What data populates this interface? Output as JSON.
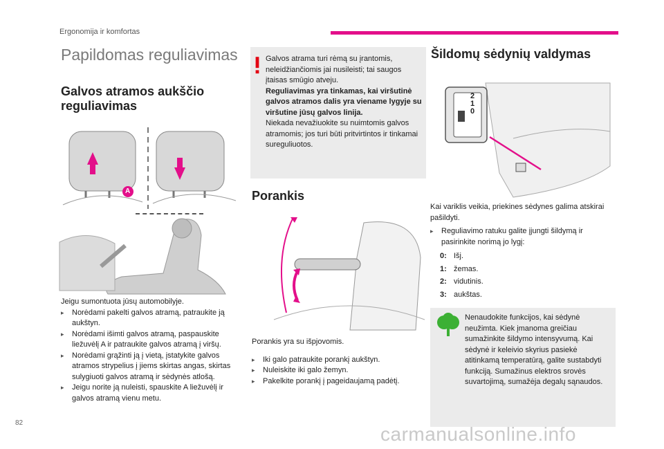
{
  "header": {
    "section_label": "Ergonomija ir komfortas",
    "page_number": "82",
    "accent_color": "#e30f8a"
  },
  "main_title": "Papildomas reguliavimas",
  "headrest": {
    "title": "Galvos atramos aukščio reguliavimas",
    "callout_label": "A",
    "intro": "Jeigu sumontuota jūsų automobilyje.",
    "bullets": [
      "Norėdami pakelti galvos atramą, patraukite ją aukštyn.",
      "Norėdami išimti galvos atramą, paspauskite liežuvėlį A ir patraukite galvos atramą į viršų.",
      "Norėdami grąžinti ją į vietą, įstatykite galvos atramos strypelius į jiems skirtas angas, skirtas sulygiuoti galvos atramą ir sėdynės atlošą.",
      "Jeigu norite ją nuleisti, spauskite A liežuvėlį ir galvos atramą vienu metu."
    ]
  },
  "warning": {
    "line1": "Galvos atrama turi rėmą su įrantomis, neleidžiančiomis jai nusileisti; tai saugos įtaisas smūgio atveju.",
    "bold": "Reguliavimas yra tinkamas, kai viršutinė galvos atramos dalis yra viename lygyje su viršutine jūsų galvos linija.",
    "line2": "Niekada nevažiuokite su nuimtomis galvos atramomis; jos turi būti pritvirtintos ir tinkamai sureguliuotos."
  },
  "armrest": {
    "title": "Porankis",
    "intro": "Porankis yra su išpjovomis.",
    "bullets": [
      "Iki galo patraukite porankį aukštyn.",
      "Nuleiskite iki galo žemyn.",
      "Pakelkite porankį į pageidaujamą padėtį."
    ]
  },
  "heated": {
    "title": "Šildomų sėdynių valdymas",
    "dial_labels": [
      "2",
      "1",
      "0"
    ],
    "intro": "Kai variklis veikia, priekines sėdynes galima atskirai pašildyti.",
    "bullet": "Reguliavimo ratuku galite įjungti šildymą ir pasirinkite norimą jo lygį:",
    "levels": [
      {
        "key": "0:",
        "label": "Išj."
      },
      {
        "key": "1:",
        "label": "žemas."
      },
      {
        "key": "2:",
        "label": "vidutinis."
      },
      {
        "key": "3:",
        "label": "aukštas."
      }
    ]
  },
  "eco": {
    "text": "Nenaudokite funkcijos, kai sėdynė neužimta. Kiek įmanoma greičiau sumažinkite šildymo intensyvumą. Kai sėdynė ir keleivio skyrius pasiekė atitinkamą temperatūrą, galite sustabdyti funkciją. Sumažinus elektros srovės suvartojimą, sumažėja degalų sąnaudos."
  },
  "watermark": "carmanualsonline.info",
  "colors": {
    "warning_red": "#e30613",
    "eco_green": "#3cb034",
    "box_grey": "#ebebeb"
  }
}
